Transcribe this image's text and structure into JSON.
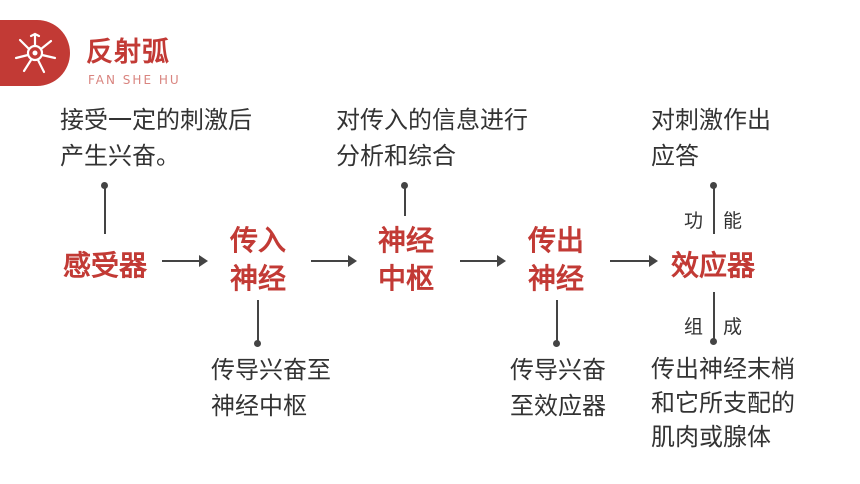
{
  "header": {
    "title": "反射弧",
    "subtitle": "FAN SHE HU",
    "icon": "neuron-icon",
    "accent": "#c23a35"
  },
  "nodes": [
    {
      "id": "receptor",
      "label": "感受器"
    },
    {
      "id": "afferent",
      "label": "传入\n神经"
    },
    {
      "id": "center",
      "label": "神经\n中枢"
    },
    {
      "id": "efferent",
      "label": "传出\n神经"
    },
    {
      "id": "effector",
      "label": "效应器"
    }
  ],
  "descriptions": {
    "receptor": "接受一定的刺激后\n产生兴奋。",
    "afferent": "传导兴奋至\n神经中枢",
    "center": "对传入的信息进行\n分析和综合",
    "efferent": "传导兴奋\n至效应器",
    "effector_function": "对刺激作出\n应答",
    "effector_composition": "传出神经末梢\n和它所支配的\n肌肉或腺体"
  },
  "effector_labels": {
    "function_left": "功",
    "function_right": "能",
    "composition_left": "组",
    "composition_right": "成"
  }
}
